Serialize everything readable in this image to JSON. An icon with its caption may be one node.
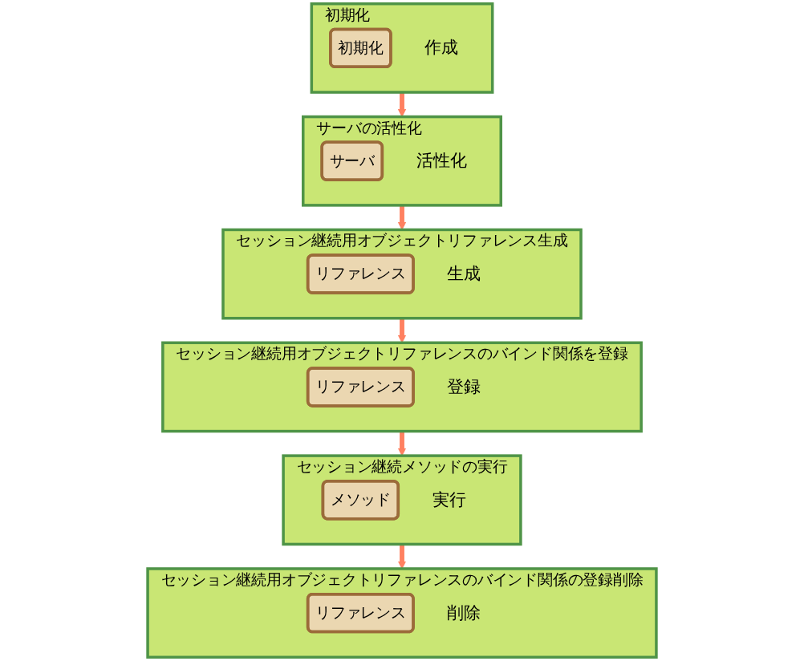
{
  "diagram": {
    "nodes": [
      {
        "text": [
          "初期化"
        ]
      },
      {
        "text": [
          "初期化"
        ],
        "beside": [
          "作成"
        ],
        "in": 0
      },
      {
        "text": [
          "サーバの活性化"
        ]
      },
      {
        "text": [
          "サーバ"
        ],
        "beside": [
          "活性化"
        ],
        "in": 2
      },
      {
        "text": [
          "セッション継続用オブジェクトリファレンス生成"
        ]
      },
      {
        "text": [
          "リファレンス"
        ],
        "beside": [
          "生成"
        ],
        "in": 4
      },
      {
        "text": [
          "セッション継続用オブジェクトリファレンスのバインド関係を登録"
        ]
      },
      {
        "text": [
          "リファレンス"
        ],
        "beside": [
          "登録"
        ],
        "in": 6
      },
      {
        "text": [
          "セッション継続メソッドの実行"
        ]
      },
      {
        "text": [
          "メソッド"
        ],
        "beside": [
          "実行"
        ],
        "in": 8
      },
      {
        "text": [
          "セッション継続用オブジェクトリファレンスのバインド関係の登録削除"
        ]
      },
      {
        "text": [
          "リファレンス"
        ],
        "beside": [
          "削除"
        ],
        "in": 10
      }
    ],
    "edges": [
      {
        "from": 0,
        "to": 2,
        "arrow": "to"
      },
      {
        "from": 2,
        "to": 4,
        "arrow": "to"
      },
      {
        "from": 4,
        "to": 6,
        "arrow": "to"
      },
      {
        "from": 6,
        "to": 8,
        "arrow": "to"
      },
      {
        "from": 8,
        "to": 10,
        "arrow": "to"
      }
    ]
  }
}
